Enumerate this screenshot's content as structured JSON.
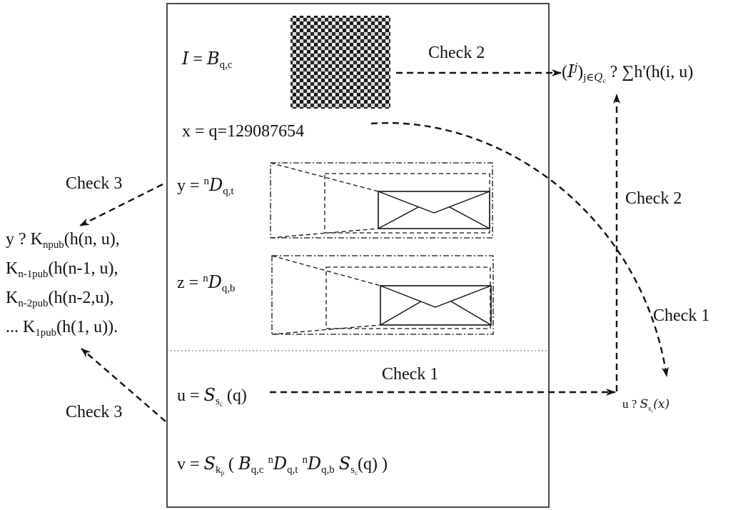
{
  "main_box": {
    "I": {
      "lhs": "I",
      "eq": " = ",
      "sym": "B",
      "sub": "q,c"
    },
    "x": "x = q=129087654",
    "y": {
      "lhs": "y = ",
      "sup": "n",
      "sym": "D",
      "sub": "q,t"
    },
    "z": {
      "lhs": "z = ",
      "sup": "n",
      "sym": "D",
      "sub": "q,b"
    },
    "u": {
      "lhs": "u = ",
      "sym": "S",
      "sub": "s",
      "subsub": "c",
      "rhs": " (q)"
    },
    "v": {
      "lhs": "v = ",
      "sym": "S",
      "sub": "k",
      "subsub": "p",
      "open": " ( ",
      "t1": "B",
      "t1_sub": "q,c",
      "t2_sup": "n",
      "t2": "D",
      "t2_sub": "q,t",
      "t3_sup": "n",
      "t3": "D",
      "t3_sub": "q,b",
      "t4": "S",
      "t4_sub": "s",
      "t4_subsub": "c",
      "close": "(q) )"
    }
  },
  "checks": {
    "check2_top": "Check 2",
    "check2_side": "Check 2",
    "check1_side": "Check 1",
    "check1_mid": "Check 1",
    "check3_top": "Check 3",
    "check3_bottom": "Check 3"
  },
  "right_expr": {
    "open": "(",
    "I": "I",
    "sup": "j",
    "close": ")",
    "sub_j": "j",
    "sub_in": "∈",
    "sub_set": "Q",
    "sub_set_sub": "c",
    "q": " ? ",
    "sum": "∑",
    "rest": "h'(h(i, u)"
  },
  "u_check": {
    "lhs": "u ? ",
    "sym": "S",
    "sub": "s",
    "subsub": "c",
    "arg": "(x)"
  },
  "left_expr": {
    "line1_pre": "y ? K",
    "line1_sub": "npub",
    "line1_post": "(h(n, u),",
    "line2_pre": "K",
    "line2_sub": "n-1pub",
    "line2_post": "(h(n-1, u),",
    "line3_pre": "K",
    "line3_sub": "n-2pub",
    "line3_post": "(h(n-2,u),",
    "line4_pre": "... K",
    "line4_sub": "1pub",
    "line4_post": "(h(1, u))."
  },
  "colors": {
    "ink": "#111111",
    "divider": "#888888"
  }
}
